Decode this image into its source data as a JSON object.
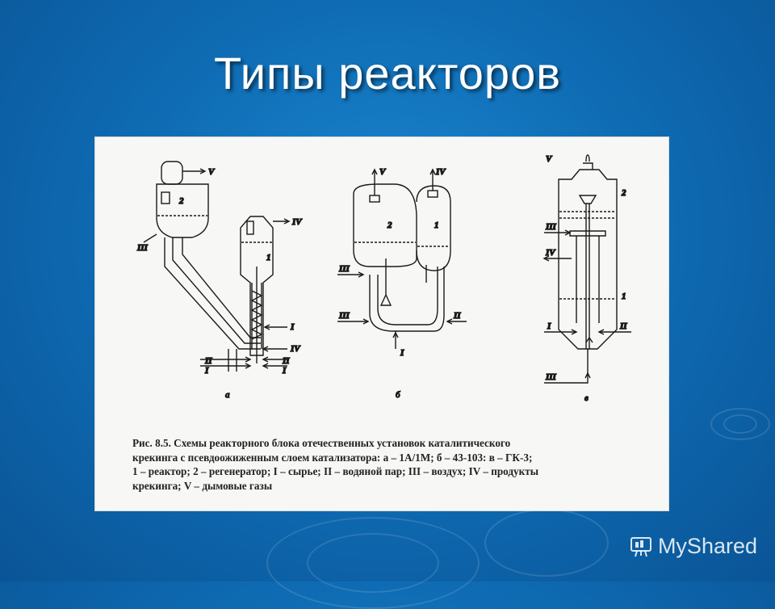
{
  "slide": {
    "title": "Типы реакторов"
  },
  "figure": {
    "caption_lines": [
      "Рис. 8.5. Схемы реакторного блока отечественных установок каталитического",
      "крекинга с псевдоожиженным слоем катализатора: а – 1А/1М; б – 43-103: в – ГК-3;",
      "1 – реактор; 2 – регенератор; I – сырье; II – водяной пар; III – воздух; IV – продукты",
      "крекинга; V – дымовые газы"
    ],
    "diagram_a": {
      "sublabel": "а",
      "labels": [
        "V",
        "2",
        "III",
        "IV",
        "1",
        "I",
        "IV",
        "II",
        "I",
        "II",
        "I"
      ]
    },
    "diagram_b": {
      "sublabel": "б",
      "labels": [
        "V",
        "IV",
        "2",
        "1",
        "III",
        "III",
        "II",
        "I"
      ]
    },
    "diagram_c": {
      "sublabel": "в",
      "labels": [
        "V",
        "2",
        "III",
        "IV",
        "1",
        "I",
        "II",
        "III"
      ]
    }
  },
  "watermark": {
    "text": "MyShared"
  }
}
